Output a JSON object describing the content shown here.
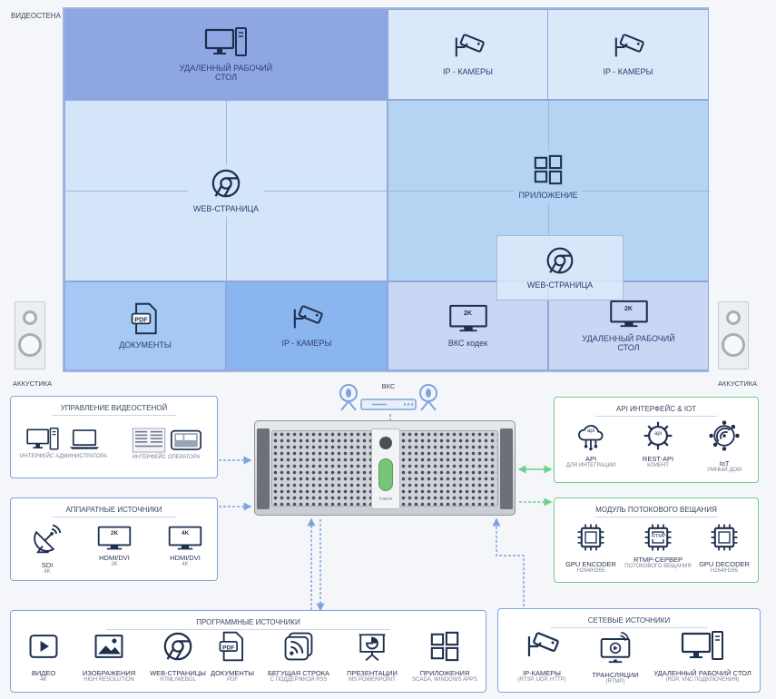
{
  "videowall": {
    "label": "ВИДЕОСТЕНА",
    "cells": {
      "remote_desktop_top": "УДАЛЕННЫЙ РАБОЧИЙ СТОЛ",
      "ip_cam_1": "IP - КАМЕРЫ",
      "ip_cam_2": "IP - КАМЕРЫ",
      "web_page_left": "WEB-СТРАНИЦА",
      "application": "ПРИЛОЖЕНИЕ",
      "web_page_overlay": "WEB-СТРАНИЦА",
      "documents": "ДОКУМЕНТЫ",
      "ip_cam_3": "IP - КАМЕРЫ",
      "vks_codec": "ВКС кодек",
      "vks_codec_res": "2K",
      "remote_desktop_bottom": "УДАЛЕННЫЙ РАБОЧИЙ СТОЛ",
      "remote_desktop_bottom_res": "2K"
    }
  },
  "acoustics_left": "АККУСТИКА",
  "acoustics_right": "АККУСТИКА",
  "vks_label": "ВКС",
  "server_logo": "TVBOX",
  "panels": {
    "videowall_control": {
      "title": "УПРАВЛЕНИЕ ВИДЕОСТЕНОЙ",
      "items": [
        {
          "name": "ИНТЕРФЕЙС АДМИНИСТРАТОРА"
        },
        {
          "name": "ИНТЕРФЕЙС ОПЕРАТОРА"
        }
      ]
    },
    "hardware_sources": {
      "title": "АППАРАТНЫЕ ИСТОЧНИКИ",
      "items": [
        {
          "name": "SDI",
          "sub": "4K"
        },
        {
          "name": "HDMI/DVI",
          "sub": "2K",
          "badge": "2K"
        },
        {
          "name": "HDMI/DVI",
          "sub": "4K",
          "badge": "4K"
        }
      ]
    },
    "software_sources": {
      "title": "ПРОГРАММНЫЕ ИСТОЧНИКИ",
      "items": [
        {
          "name": "ВИДЕО",
          "sub": "4K"
        },
        {
          "name": "ИЗОБРАЖЕНИЯ",
          "sub": "HIGH RESOLUTION"
        },
        {
          "name": "WEB-СТРАНИЦЫ",
          "sub": "HTML/WEBGL"
        },
        {
          "name": "ДОКУМЕНТЫ",
          "sub": "PDF"
        },
        {
          "name": "БЕГУЩАЯ СТРОКА",
          "sub": "С ПОДДЕРЖКОЙ RSS"
        },
        {
          "name": "ПРЕЗЕНТАЦИИ",
          "sub": "MS POWERPOINT"
        },
        {
          "name": "ПРИЛОЖЕНИЯ",
          "sub": "SCADA, WINDOWS APPS"
        }
      ]
    },
    "api_iot": {
      "title": "API ИНТЕРФЕЙС & IOT",
      "items": [
        {
          "name": "API",
          "sub": "ДЛЯ ИНТЕГРАЦИИ",
          "badge": "api"
        },
        {
          "name": "REST-API",
          "sub": "КЛИЕНТ",
          "badge": "api"
        },
        {
          "name": "IoT",
          "sub": "УМНЫЙ ДОМ"
        }
      ]
    },
    "streaming": {
      "title": "МОДУЛЬ ПОТОКОВОГО ВЕЩАНИЯ",
      "items": [
        {
          "name": "GPU ENCODER",
          "sub": "H264/H265"
        },
        {
          "name": "RTMP-СЕРВЕР",
          "sub": "ПОТОКОВОГО ВЕЩАНИЯ",
          "badge": "RTMP"
        },
        {
          "name": "GPU DECODER",
          "sub": "H264/H265"
        }
      ]
    },
    "network_sources": {
      "title": "СЕТЕВЫЕ ИСТОЧНИКИ",
      "items": [
        {
          "name": "IP-КАМЕРЫ",
          "sub": "(RTSP, UDP, HTTP)"
        },
        {
          "name": "ТРАНСЛЯЦИИ",
          "sub": "(RTMP)"
        },
        {
          "name": "УДАЛЕННЫЙ РАБОЧИЙ СТОЛ",
          "sub": "(RDP, VNC ПОДКЛЮЧЕНИЯ)"
        }
      ]
    }
  },
  "colors": {
    "wall_bg": "#dbe8fa",
    "wall_highlight": "#8ea6e2",
    "app_zone": "#b5d3f2",
    "blue_border": "#7fa3df",
    "green_border": "#6ed08e"
  }
}
